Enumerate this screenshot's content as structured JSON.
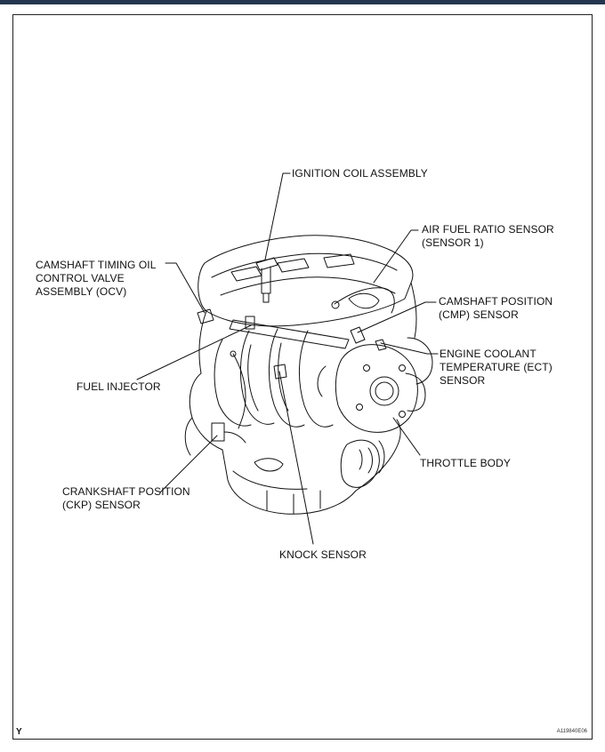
{
  "labels": {
    "ignition_coil": "IGNITION COIL ASSEMBLY",
    "air_fuel_ratio": "AIR FUEL RATIO SENSOR\n(SENSOR 1)",
    "camshaft_timing_ocv": "CAMSHAFT TIMING OIL\nCONTROL VALVE\nASSEMBLY (OCV)",
    "camshaft_position": "CAMSHAFT POSITION\n(CMP) SENSOR",
    "engine_coolant_temp": "ENGINE COOLANT\nTEMPERATURE (ECT)\nSENSOR",
    "fuel_injector": "FUEL INJECTOR",
    "throttle_body": "THROTTLE BODY",
    "crankshaft_position": "CRANKSHAFT POSITION\n(CKP) SENSOR",
    "knock_sensor": "KNOCK SENSOR"
  },
  "corner_letter": "Y",
  "figure_id": "A119840E06",
  "colors": {
    "topbar": "#24364f",
    "line": "#111111"
  }
}
